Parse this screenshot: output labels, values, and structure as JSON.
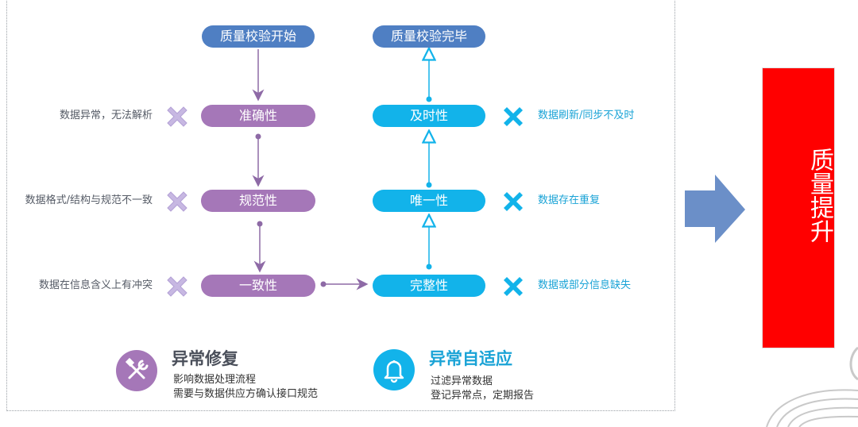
{
  "flow": {
    "start": "质量校验开始",
    "end": "质量校验完毕",
    "left_checks": [
      {
        "label": "准确性",
        "issue": "数据异常，无法解析"
      },
      {
        "label": "规范性",
        "issue": "数据格式/结构与规范不一致"
      },
      {
        "label": "一致性",
        "issue": "数据在信息含义上有冲突"
      }
    ],
    "right_checks": [
      {
        "label": "及时性",
        "issue": "数据刷新/同步不及时"
      },
      {
        "label": "唯一性",
        "issue": "数据存在重复"
      },
      {
        "label": "完整性",
        "issue": "数据或部分信息缺失"
      }
    ]
  },
  "features": {
    "repair": {
      "title": "异常修复",
      "lines": [
        "影响数据处理流程",
        "需要与数据供应方确认接口规范"
      ],
      "icon": "wrench-screwdriver-icon"
    },
    "adaptive": {
      "title": "异常自适应",
      "lines": [
        "过滤异常数据",
        "登记异常点，定期报告"
      ],
      "icon": "bell-icon"
    }
  },
  "result": {
    "text": "质量提升"
  },
  "colors": {
    "blue": "#4f7fc3",
    "purple": "#a577b8",
    "cyan": "#12b3ea",
    "red": "#ff0000",
    "arrow": "#6b8fc8",
    "cross_light": "#c7b8e2"
  }
}
